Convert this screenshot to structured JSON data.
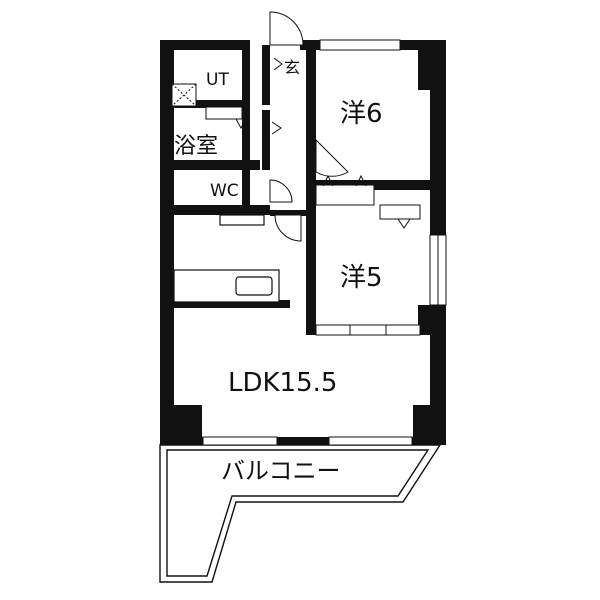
{
  "floor_plan": {
    "rooms": {
      "utility": "UT",
      "entrance": "玄",
      "bath": "浴室",
      "toilet": "WC",
      "western_room_1": "洋6",
      "western_room_2": "洋5",
      "living": "LDK15.5",
      "balcony": "バルコニー"
    }
  }
}
